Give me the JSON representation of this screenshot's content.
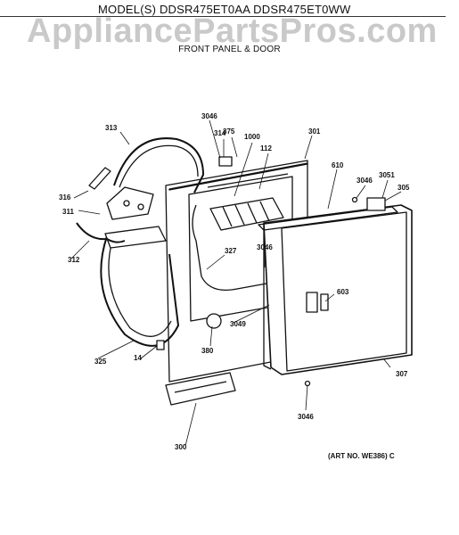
{
  "header": {
    "models": "MODEL(S) DDSR475ET0AA DDSR475ET0WW",
    "watermark": "AppliancePartsPros.com",
    "section_title": "FRONT PANEL & DOOR"
  },
  "callouts": [
    {
      "id": "c313",
      "text": "313"
    },
    {
      "id": "c3046a",
      "text": "3046"
    },
    {
      "id": "c314",
      "text": "314"
    },
    {
      "id": "c375",
      "text": "375"
    },
    {
      "id": "c1000",
      "text": "1000"
    },
    {
      "id": "c112",
      "text": "112"
    },
    {
      "id": "c301",
      "text": "301"
    },
    {
      "id": "c610",
      "text": "610"
    },
    {
      "id": "c3046b",
      "text": "3046"
    },
    {
      "id": "c3051",
      "text": "3051"
    },
    {
      "id": "c305",
      "text": "305"
    },
    {
      "id": "c316",
      "text": "316"
    },
    {
      "id": "c311",
      "text": "311"
    },
    {
      "id": "c312",
      "text": "312"
    },
    {
      "id": "c327",
      "text": "327"
    },
    {
      "id": "c3046c",
      "text": "3046"
    },
    {
      "id": "c603",
      "text": "603"
    },
    {
      "id": "c3049",
      "text": "3049"
    },
    {
      "id": "c380",
      "text": "380"
    },
    {
      "id": "c325",
      "text": "325"
    },
    {
      "id": "c14",
      "text": "14"
    },
    {
      "id": "c307",
      "text": "307"
    },
    {
      "id": "c3046d",
      "text": "3046"
    },
    {
      "id": "c300",
      "text": "300"
    }
  ],
  "art_number": "(ART NO. WE386) C"
}
